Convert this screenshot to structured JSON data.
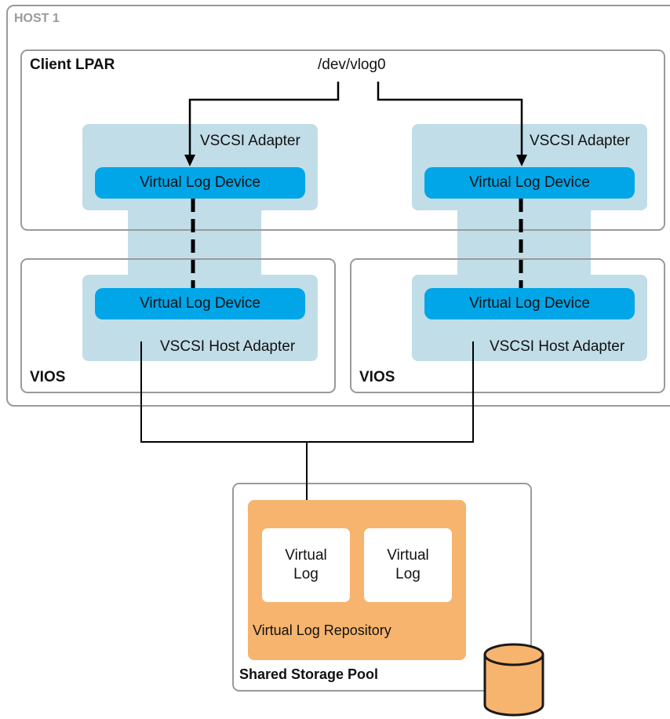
{
  "host": {
    "label": "HOST 1"
  },
  "client_lpar": {
    "label": "Client LPAR",
    "device_path": "/dev/vlog0"
  },
  "left": {
    "client_adapter_label": "VSCSI Adapter",
    "client_device_label": "Virtual Log Device",
    "vios_device_label": "Virtual Log Device",
    "vios_adapter_label": "VSCSI Host Adapter",
    "vios_label": "VIOS"
  },
  "right": {
    "client_adapter_label": "VSCSI Adapter",
    "client_device_label": "Virtual Log Device",
    "vios_device_label": "Virtual Log Device",
    "vios_adapter_label": "VSCSI Host Adapter",
    "vios_label": "VIOS"
  },
  "storage": {
    "pool_label": "Shared Storage Pool",
    "repository_label": "Virtual Log Repository",
    "virtual_logs": [
      {
        "line1": "Virtual",
        "line2": "Log"
      },
      {
        "line1": "Virtual",
        "line2": "Log"
      }
    ]
  },
  "colors": {
    "frame_border": "#9a9a9a",
    "adapter_fill": "#c1dde8",
    "device_fill": "#00a6e8",
    "repository_fill": "#f6b46e",
    "connector": "#000000"
  }
}
